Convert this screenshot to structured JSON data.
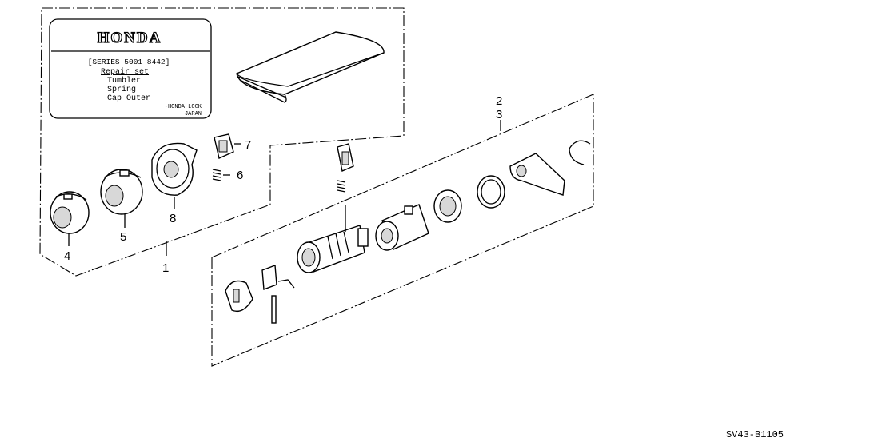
{
  "label_card": {
    "brand": "HONDA",
    "series": "[SERIES 5001 8442]",
    "title": "Repair set",
    "items": [
      "Tumbler",
      "Spring",
      "Cap Outer"
    ],
    "maker": "-HONDA LOCK",
    "country": "JAPAN"
  },
  "callouts": {
    "c1": "1",
    "c2": "2",
    "c3": "3",
    "c4": "4",
    "c5": "5",
    "c6": "6",
    "c7": "7",
    "c8": "8"
  },
  "diagram_code": "SV43-B1105"
}
